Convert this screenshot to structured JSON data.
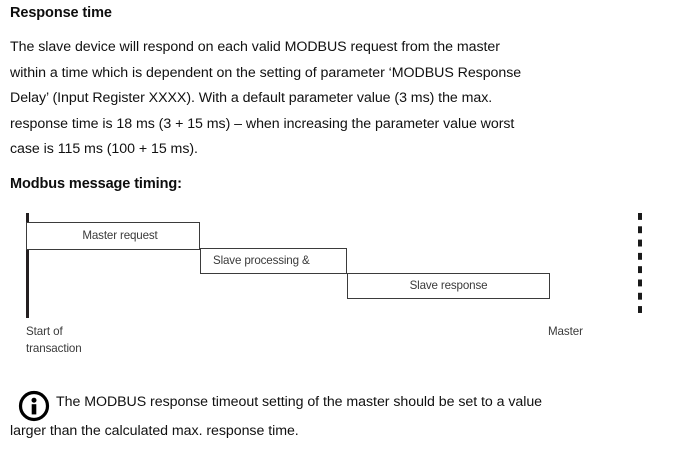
{
  "document": {
    "heading_response_time": "Response time",
    "heading_timing": "Modbus message timing:",
    "intro_paragraph": {
      "lines": [
        "The slave device will respond on each valid MODBUS request from the master",
        "within a time which is dependent on the setting of parameter ‘MODBUS Response",
        "Delay’ (Input Register XXXX). With a default parameter value (3 ms) the max.",
        "response time is 18 ms (3 + 15 ms) – when increasing the parameter value worst",
        "case is 115 ms (100 + 15 ms)."
      ]
    },
    "note": {
      "icon": "info-icon",
      "lines": [
        "The MODBUS response timeout setting of the master should be set to a value",
        "larger than the calculated max. response time."
      ]
    }
  },
  "diagram": {
    "title": "Modbus message timing:",
    "axis_start_caption": [
      "Start of",
      "transaction"
    ],
    "axis_end_caption": "Master",
    "boxes": [
      {
        "label": "Master request",
        "name": "master-request"
      },
      {
        "label": "Slave processing &",
        "name": "slave-processing"
      },
      {
        "label": "Slave response",
        "name": "slave-response"
      }
    ],
    "colors": {
      "box_border": "#3b3b3b",
      "axis": "#231f20",
      "dashed": "#1a1a1a",
      "label_text": "#3a3a3a"
    }
  }
}
